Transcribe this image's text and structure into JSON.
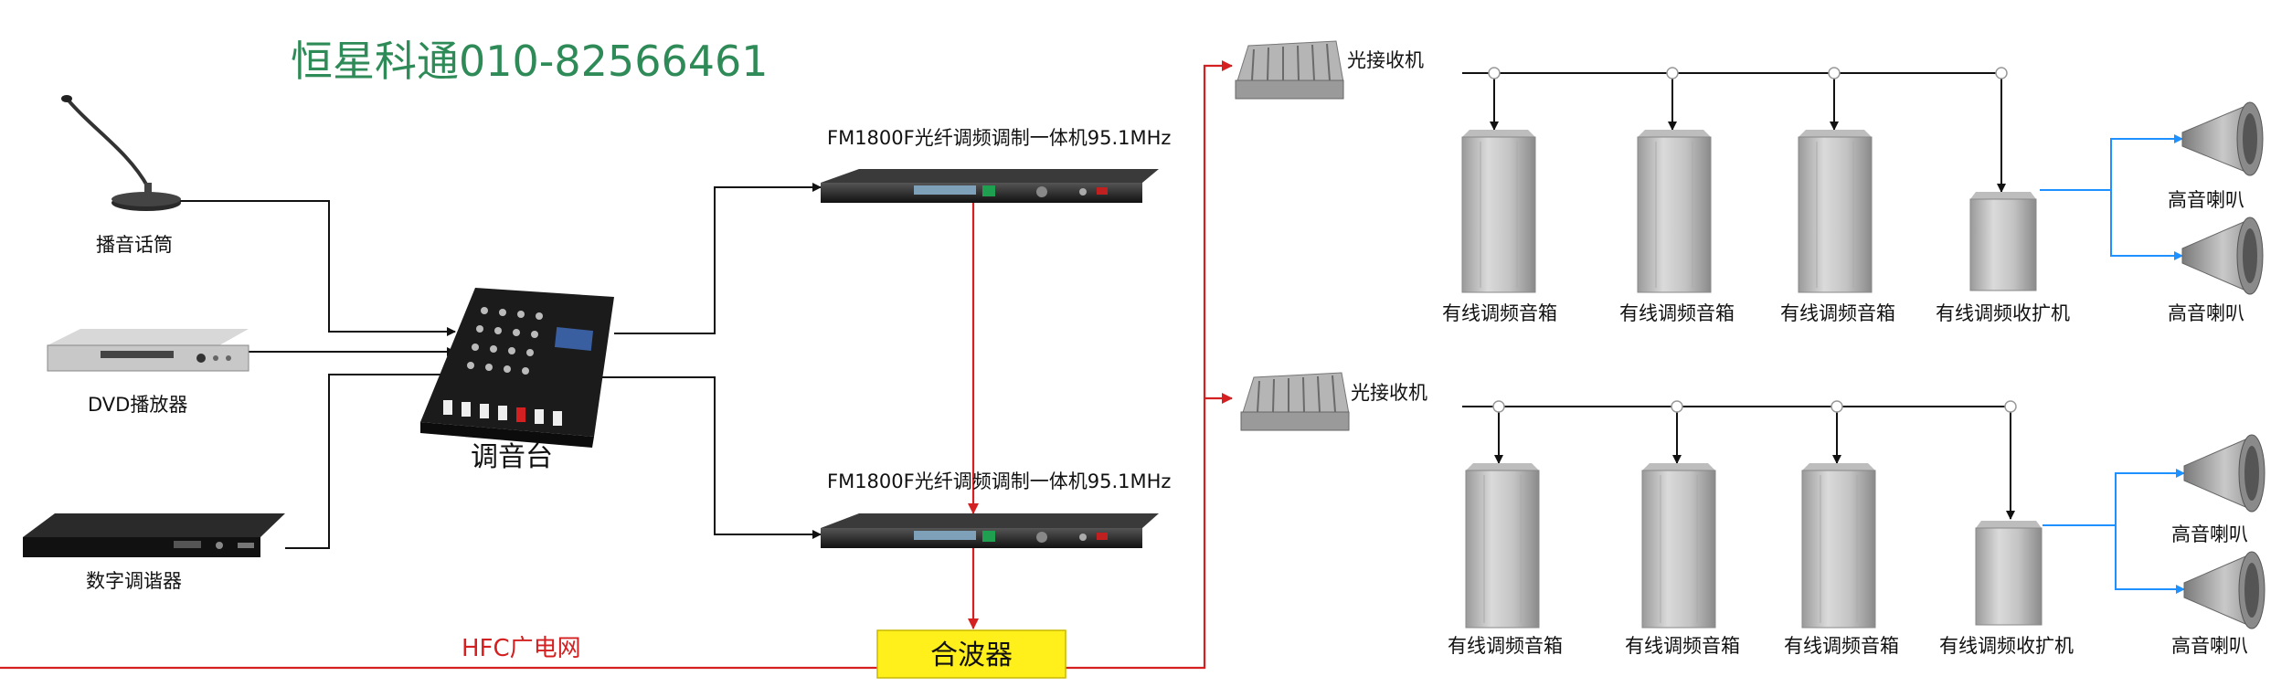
{
  "header": {
    "title": "恒星科通010-82566461"
  },
  "sources": {
    "mic": "播音话筒",
    "dvd": "DVD播放器",
    "tuner": "数字调谐器"
  },
  "mixer": {
    "label": "调音台"
  },
  "fm_units": {
    "top": "FM1800F光纤调频调制一体机95.1MHz",
    "bottom": "FM1800F光纤调频调制一体机95.1MHz"
  },
  "combiner": {
    "label": "合波器"
  },
  "hfc": {
    "label": "HFC广电网"
  },
  "receivers": {
    "top": "光接收机",
    "bottom": "光接收机"
  },
  "branch_top": {
    "speakers": [
      "有线调频音箱",
      "有线调频音箱",
      "有线调频音箱"
    ],
    "amplifier": "有线调频收扩机",
    "horns": [
      "高音喇叭",
      "高音喇叭"
    ]
  },
  "branch_bottom": {
    "speakers": [
      "有线调频音箱",
      "有线调频音箱",
      "有线调频音箱"
    ],
    "amplifier": "有线调频收扩机",
    "horns": [
      "高音喇叭",
      "高音喇叭"
    ]
  },
  "colors": {
    "title": "#2e8b57",
    "signal_red": "#d42020",
    "wire_black": "#111111",
    "wire_blue": "#1e90ff",
    "combiner_yellow": "#ffef1a"
  }
}
